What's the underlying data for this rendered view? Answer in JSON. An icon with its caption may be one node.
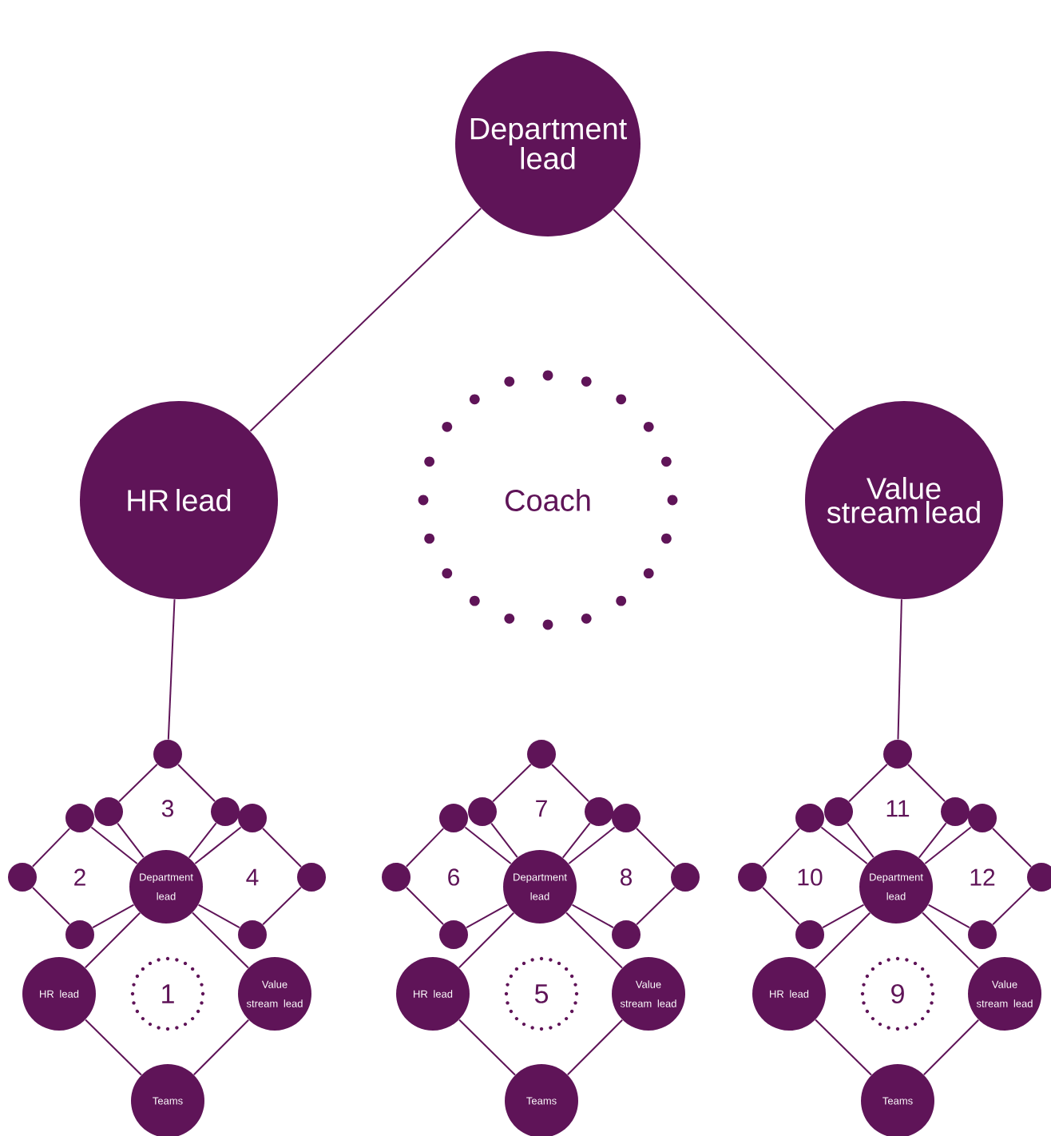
{
  "diagram": {
    "nodes": [
      {
        "text": [
          "Department lead"
        ]
      },
      {
        "text": [
          "HR lead"
        ]
      },
      {
        "text": [
          "Coach"
        ]
      },
      {
        "text": [
          "Value stream lead"
        ]
      },
      {
        "text": [],
        "shape": "circle"
      },
      {
        "text": [],
        "shape": "circle"
      },
      {
        "text": [],
        "shape": "circle"
      },
      {
        "text": [],
        "shape": "circle"
      },
      {
        "text": [],
        "shape": "circle"
      },
      {
        "text": [],
        "shape": "circle"
      },
      {
        "text": [
          "Department lead"
        ]
      },
      {
        "text": [],
        "shape": "circle"
      },
      {
        "text": [],
        "shape": "circle"
      },
      {
        "text": [],
        "shape": "circle"
      },
      {
        "text": [
          "HR lead"
        ]
      },
      {
        "text": [
          "1"
        ]
      },
      {
        "text": [
          "Value stream lead"
        ]
      },
      {
        "text": [
          "Teams"
        ]
      },
      {
        "text": [],
        "shape": "circle"
      },
      {
        "text": [],
        "shape": "circle"
      },
      {
        "text": [],
        "shape": "circle"
      },
      {
        "text": [],
        "shape": "circle"
      },
      {
        "text": [],
        "shape": "circle"
      },
      {
        "text": [],
        "shape": "circle"
      },
      {
        "text": [
          "Department lead"
        ]
      },
      {
        "text": [],
        "shape": "circle"
      },
      {
        "text": [],
        "shape": "circle"
      },
      {
        "text": [],
        "shape": "circle"
      },
      {
        "text": [
          "HR lead"
        ]
      },
      {
        "text": [
          "5"
        ]
      },
      {
        "text": [
          "Value stream lead"
        ]
      },
      {
        "text": [
          "Teams"
        ]
      },
      {
        "text": [],
        "shape": "circle"
      },
      {
        "text": [],
        "shape": "circle"
      },
      {
        "text": [],
        "shape": "circle"
      },
      {
        "text": [],
        "shape": "circle"
      },
      {
        "text": [],
        "shape": "circle"
      },
      {
        "text": [],
        "shape": "circle"
      },
      {
        "text": [
          "Department lead"
        ]
      },
      {
        "text": [],
        "shape": "circle"
      },
      {
        "text": [],
        "shape": "circle"
      },
      {
        "text": [],
        "shape": "circle"
      },
      {
        "text": [
          "HR lead"
        ]
      },
      {
        "text": [
          "9"
        ]
      },
      {
        "text": [
          "Value stream lead"
        ]
      },
      {
        "text": [
          "Teams"
        ]
      }
    ],
    "edges": [
      {
        "from": 0,
        "to": 1,
        "arrow": "none"
      },
      {
        "from": 0,
        "to": 3,
        "arrow": "none"
      },
      {
        "from": 1,
        "to": 4,
        "arrow": "none"
      },
      {
        "from": 3,
        "to": 32,
        "arrow": "none"
      },
      {
        "from": 4,
        "to": 5,
        "arrow": "none"
      },
      {
        "from": 4,
        "to": 6,
        "arrow": "none"
      },
      {
        "from": 5,
        "to": 10,
        "arrow": "none"
      },
      {
        "from": 6,
        "to": 10,
        "arrow": "none"
      },
      {
        "from": 7,
        "to": 9,
        "arrow": "none"
      },
      {
        "from": 9,
        "to": 12,
        "arrow": "none"
      },
      {
        "from": 7,
        "to": 10,
        "arrow": "none"
      },
      {
        "from": 12,
        "to": 10,
        "arrow": "none"
      },
      {
        "from": 8,
        "to": 11,
        "arrow": "none"
      },
      {
        "from": 11,
        "to": 13,
        "arrow": "none"
      },
      {
        "from": 8,
        "to": 10,
        "arrow": "none"
      },
      {
        "from": 13,
        "to": 10,
        "arrow": "none"
      },
      {
        "from": 10,
        "to": 14,
        "arrow": "none"
      },
      {
        "from": 10,
        "to": 16,
        "arrow": "none"
      },
      {
        "from": 14,
        "to": 17,
        "arrow": "none"
      },
      {
        "from": 16,
        "to": 17,
        "arrow": "none"
      },
      {
        "from": 18,
        "to": 19,
        "arrow": "none"
      },
      {
        "from": 18,
        "to": 20,
        "arrow": "none"
      },
      {
        "from": 19,
        "to": 24,
        "arrow": "none"
      },
      {
        "from": 20,
        "to": 24,
        "arrow": "none"
      },
      {
        "from": 21,
        "to": 23,
        "arrow": "none"
      },
      {
        "from": 23,
        "to": 26,
        "arrow": "none"
      },
      {
        "from": 21,
        "to": 24,
        "arrow": "none"
      },
      {
        "from": 26,
        "to": 24,
        "arrow": "none"
      },
      {
        "from": 22,
        "to": 25,
        "arrow": "none"
      },
      {
        "from": 25,
        "to": 27,
        "arrow": "none"
      },
      {
        "from": 22,
        "to": 24,
        "arrow": "none"
      },
      {
        "from": 27,
        "to": 24,
        "arrow": "none"
      },
      {
        "from": 24,
        "to": 28,
        "arrow": "none"
      },
      {
        "from": 24,
        "to": 30,
        "arrow": "none"
      },
      {
        "from": 28,
        "to": 31,
        "arrow": "none"
      },
      {
        "from": 30,
        "to": 31,
        "arrow": "none"
      },
      {
        "from": 32,
        "to": 33,
        "arrow": "none"
      },
      {
        "from": 32,
        "to": 34,
        "arrow": "none"
      },
      {
        "from": 33,
        "to": 38,
        "arrow": "none"
      },
      {
        "from": 34,
        "to": 38,
        "arrow": "none"
      },
      {
        "from": 35,
        "to": 37,
        "arrow": "none"
      },
      {
        "from": 37,
        "to": 40,
        "arrow": "none"
      },
      {
        "from": 35,
        "to": 38,
        "arrow": "none"
      },
      {
        "from": 40,
        "to": 38,
        "arrow": "none"
      },
      {
        "from": 36,
        "to": 39,
        "arrow": "none"
      },
      {
        "from": 39,
        "to": 41,
        "arrow": "none"
      },
      {
        "from": 36,
        "to": 38,
        "arrow": "none"
      },
      {
        "from": 41,
        "to": 38,
        "arrow": "none"
      },
      {
        "from": 38,
        "to": 42,
        "arrow": "none"
      },
      {
        "from": 38,
        "to": 44,
        "arrow": "none"
      },
      {
        "from": 42,
        "to": 45,
        "arrow": "none"
      },
      {
        "from": 44,
        "to": 45,
        "arrow": "none"
      }
    ],
    "labels": [
      "3",
      "2",
      "4",
      "7",
      "6",
      "8",
      "11",
      "10",
      "12"
    ]
  }
}
